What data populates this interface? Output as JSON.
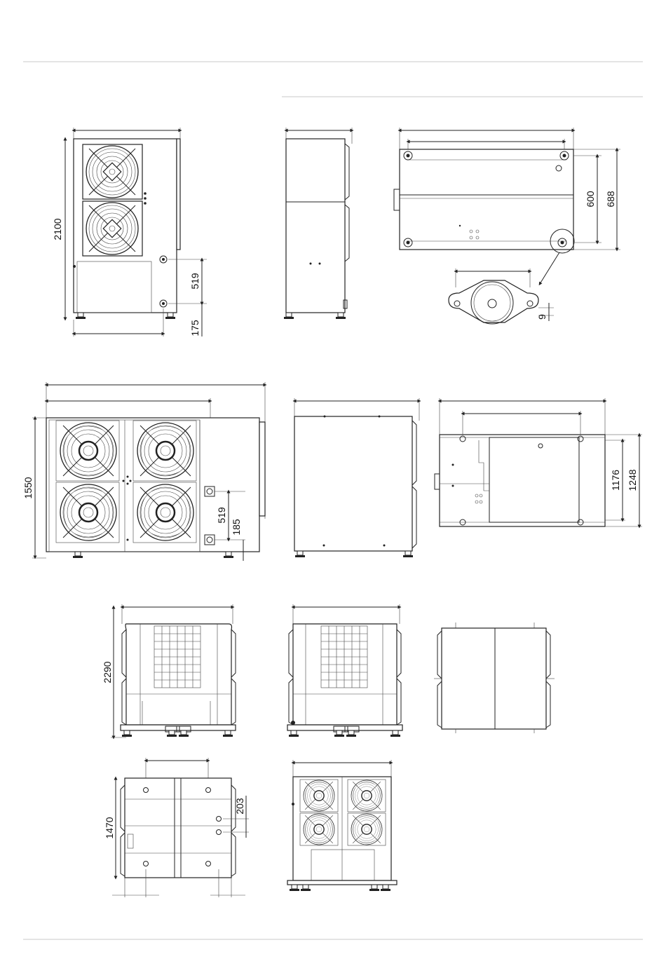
{
  "sheet": {
    "rule_top_color": "#c8c8c8",
    "line_color": "#222222"
  },
  "views": {
    "unit1_front": {
      "height": "2100",
      "upper_conn": "519",
      "lower_conn": "175"
    },
    "unit1_top": {
      "depth_inner": "600",
      "depth_outer": "688",
      "foot_detail": "9"
    },
    "unit2_front": {
      "height": "1550",
      "upper_conn": "519",
      "lower_conn": "185"
    },
    "unit2_top": {
      "depth_inner": "1176",
      "depth_outer": "1248"
    },
    "unit3_front": {
      "height": "2290"
    },
    "unit3_top": {
      "depth": "1470",
      "offset": "203"
    }
  },
  "icons": {
    "fan": "fan-grille-icon",
    "foot": "foot-icon",
    "arrow": "detail-arrow-icon"
  }
}
